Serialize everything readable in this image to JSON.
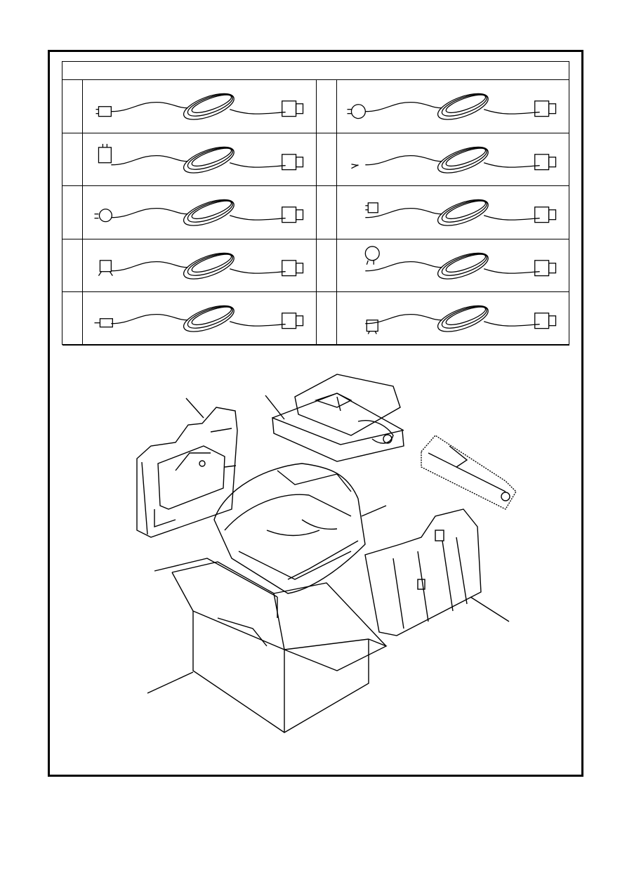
{
  "table": {
    "header": "",
    "rows": [
      {
        "left_num": "",
        "left_plug": "us-3pin-plug-icon",
        "right_num": "",
        "right_plug": "schuko-plug-icon"
      },
      {
        "left_num": "",
        "left_plug": "uk-plug-icon",
        "right_num": "",
        "right_plug": "bare-wire-icon"
      },
      {
        "left_num": "",
        "left_plug": "european-plug-icon",
        "right_num": "",
        "right_plug": "swiss-plug-icon"
      },
      {
        "left_num": "",
        "left_plug": "australian-plug-icon",
        "right_num": "",
        "right_plug": "danish-plug-icon"
      },
      {
        "left_num": "",
        "left_plug": "italian-plug-icon",
        "right_num": "",
        "right_plug": "chinese-plug-icon"
      }
    ]
  },
  "packing": {
    "parts": [
      "carton-box",
      "left-foam-cushion",
      "accessory-tray",
      "fax-machine-in-bag",
      "drum-cartridge",
      "right-foam-cushion"
    ],
    "stroke_color": "#000000"
  }
}
